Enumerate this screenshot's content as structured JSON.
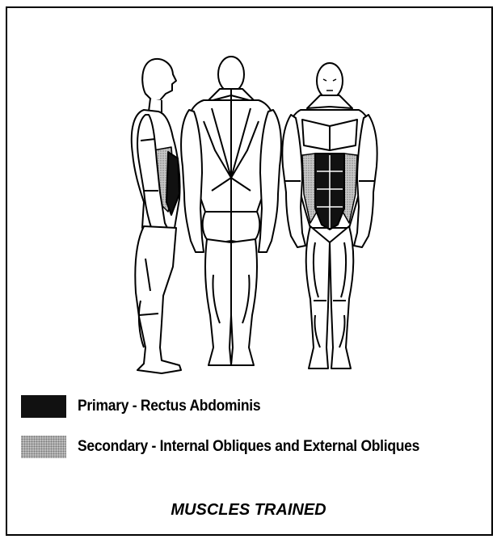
{
  "legend": {
    "primary": {
      "label": "Primary - Rectus Abdominis",
      "color": "#111111"
    },
    "secondary": {
      "label": "Secondary - Internal Obliques and External Obliques",
      "color": "#bdbdbd",
      "pattern": "stipple"
    }
  },
  "caption": "MUSCLES TRAINED",
  "figures": [
    "side-view",
    "back-view",
    "front-view"
  ]
}
